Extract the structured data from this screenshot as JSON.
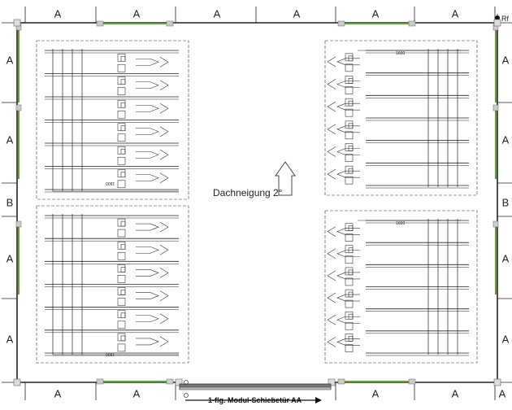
{
  "wall_labels": {
    "top": [
      "A",
      "A",
      "A",
      "A",
      "A",
      "A"
    ],
    "bottom": [
      "A",
      "A",
      "A",
      "A",
      "A"
    ],
    "left": [
      "A",
      "A",
      "B",
      "A",
      "A"
    ],
    "right": [
      "A",
      "A",
      "B",
      "A",
      "A"
    ]
  },
  "corner_label": "Rf",
  "roof_note": "Dachneigung 2°",
  "door_label": "1-flg. Modul-Schiebetür AA",
  "dimension_label": "1600",
  "colors": {
    "line": "#222222",
    "window": "#5aa532",
    "post": "#999999",
    "door": "#555555"
  }
}
